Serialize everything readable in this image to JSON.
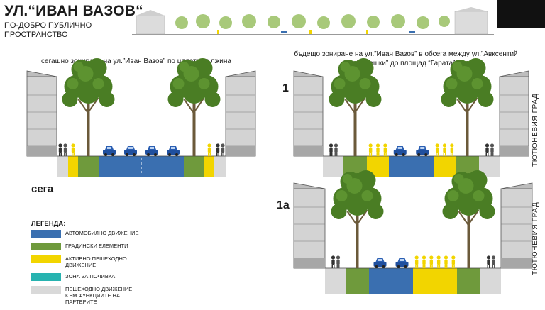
{
  "header": {
    "title": "УЛ.“ИВАН ВАЗОВ“",
    "subtitle": "ПО-ДОБРО ПУБЛИЧНО ПРОСТРАНСТВО"
  },
  "sections": {
    "current_caption": "сегашно зониране на ул.”Иван Вазов” по цялата дължина",
    "current_label": "сега",
    "future_caption": "бъдещо зониране на ул.”Иван Вазов” в обсега между ул.”Авксентий Велешки” до площад “Гарата”",
    "option1_label": "1",
    "option1a_label": "1а",
    "side_label": "ТЮТЮНЕВИЯ ГРАД"
  },
  "legend": {
    "title": "ЛЕГЕНДА:",
    "items": [
      {
        "label": "АВТОМОБИЛНО ДВИЖЕНИЕ",
        "color": "#3a6fb0"
      },
      {
        "label": "ГРАДИНСКИ ЕЛЕМЕНТИ",
        "color": "#6f9a3c"
      },
      {
        "label": "АКТИВНО ПЕШЕХОДНО ДВИЖЕНИЕ",
        "color": "#f2d500"
      },
      {
        "label": "ЗОНА ЗА ПОЧИВКА",
        "color": "#27b3b0"
      },
      {
        "label": "ПЕШЕХОДНО ДВИЖЕНИЕ КЪМ ФУНКЦИИТЕ НА ПАРТЕРИТЕ",
        "color": "#d9d9d9"
      }
    ]
  },
  "sections_data": [
    {
      "name": "current",
      "zones": [
        {
          "type": "sidewalk",
          "width": 16
        },
        {
          "type": "pedestrian",
          "width": 14
        },
        {
          "type": "green",
          "width": 29
        },
        {
          "type": "car",
          "width": 120
        },
        {
          "type": "green",
          "width": 29
        },
        {
          "type": "pedestrian",
          "width": 14
        },
        {
          "type": "sidewalk",
          "width": 16
        }
      ]
    },
    {
      "name": "option-1",
      "zones": [
        {
          "type": "sidewalk",
          "width": 29
        },
        {
          "type": "green",
          "width": 33
        },
        {
          "type": "pedestrian",
          "width": 31
        },
        {
          "type": "car",
          "width": 63
        },
        {
          "type": "pedestrian",
          "width": 31
        },
        {
          "type": "green",
          "width": 33
        },
        {
          "type": "sidewalk",
          "width": 29
        }
      ]
    },
    {
      "name": "option-1a",
      "zones": [
        {
          "type": "sidewalk",
          "width": 29
        },
        {
          "type": "green",
          "width": 33
        },
        {
          "type": "car",
          "width": 62
        },
        {
          "type": "pedestrian",
          "width": 62
        },
        {
          "type": "green",
          "width": 33
        },
        {
          "type": "sidewalk",
          "width": 29
        }
      ]
    }
  ]
}
